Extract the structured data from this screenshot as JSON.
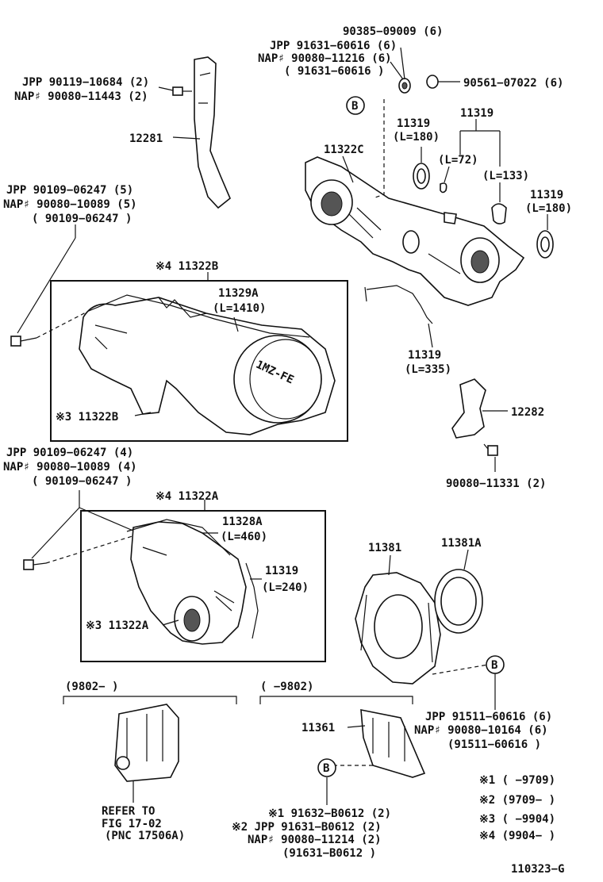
{
  "labels": {
    "p90385": "90385−09009 (6)",
    "p90385_jpp": "JPP 91631−60616 (6)",
    "p90385_nap": "NAP♯ 90080−11216 (6)",
    "p90385_alt": "( 91631−60616 )",
    "p90561": "90561−07022 (6)",
    "b_top": "B",
    "p90119_jpp": "JPP 90119−10684 (2)",
    "p90119_nap": "NAP♯ 90080−11443 (2)",
    "p12281": "12281",
    "p11319a": "11319",
    "p11319a_len": "(L=180)",
    "p11319b": "11319",
    "p11322c": "11322C",
    "l72": "(L=72)",
    "l133": "(L=133)",
    "p11319c": "11319",
    "p11319c_len": "(L=180)",
    "p90109a_jpp": "JPP  90109−06247 (5)",
    "p90109a_nap": "NAP♯ 90080−10089 (5)",
    "p90109a_alt": "( 90109−06247 )",
    "p11322b_top": "※4 11322B",
    "p11329a": "11329A",
    "p11329a_len": "(L=1410)",
    "p11322b_bot": "※3 11322B",
    "engine_mark": "1MZ-FE",
    "p11319d": "11319",
    "p11319d_len": "(L=335)",
    "p12282": "12282",
    "p90080_11331": "90080−11331 (2)",
    "p90109b_jpp": "JPP  90109−06247 (4)",
    "p90109b_nap": "NAP♯ 90080−10089 (4)",
    "p90109b_alt": "( 90109−06247 )",
    "p11322a_top": "※4  11322A",
    "p11328a": "11328A",
    "p11328a_len": "(L=460)",
    "p11319e": "11319",
    "p11319e_len": "(L=240)",
    "p11322a_bot": "※3 11322A",
    "p11381": "11381",
    "p11381a": "11381A",
    "b_mid": "B",
    "p91511_jpp": "JPP 91511−60616 (6)",
    "p91511_nap": "NAP♯ 90080−10164 (6)",
    "p91511_alt": "(91511−60616 )",
    "range_left": "(9802−      )",
    "range_right": "(      −9802)",
    "p11361": "11361",
    "b_bot": "B",
    "refer1": "REFER TO",
    "refer2": "FIG 17-02",
    "refer3": "(PNC 17506A)",
    "n1_jpp": "※1 91632−B0612 (2)",
    "n2_jpp": "※2 JPP 91631−B0612 (2)",
    "n2_nap": "NAP♯ 90080−11214 (2)",
    "n2_alt": "(91631−B0612 )",
    "note1": "※1 (      −9709)",
    "note2": "※2 (9709−      )",
    "note3": "※3 (      −9904)",
    "note4": "※4 (9904−      )",
    "fig_no": "110323−G"
  }
}
